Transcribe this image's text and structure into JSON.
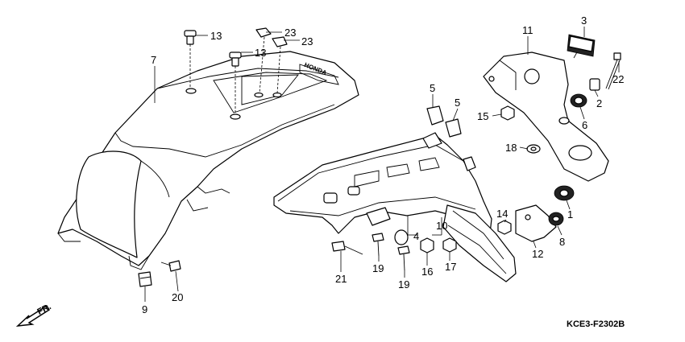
{
  "diagram": {
    "drawing_code": "KCE3-F2302B",
    "direction_label": "FR.",
    "callouts": [
      {
        "id": "c1",
        "label": "1"
      },
      {
        "id": "c2",
        "label": "2"
      },
      {
        "id": "c3",
        "label": "3"
      },
      {
        "id": "c4",
        "label": "4"
      },
      {
        "id": "c5a",
        "label": "5"
      },
      {
        "id": "c5b",
        "label": "5"
      },
      {
        "id": "c6",
        "label": "6"
      },
      {
        "id": "c7",
        "label": "7"
      },
      {
        "id": "c8",
        "label": "8"
      },
      {
        "id": "c9",
        "label": "9"
      },
      {
        "id": "c10",
        "label": "10"
      },
      {
        "id": "c11",
        "label": "11"
      },
      {
        "id": "c12",
        "label": "12"
      },
      {
        "id": "c13a",
        "label": "13"
      },
      {
        "id": "c13b",
        "label": "13"
      },
      {
        "id": "c14",
        "label": "14"
      },
      {
        "id": "c15",
        "label": "15"
      },
      {
        "id": "c16",
        "label": "16"
      },
      {
        "id": "c17",
        "label": "17"
      },
      {
        "id": "c18",
        "label": "18"
      },
      {
        "id": "c19a",
        "label": "19"
      },
      {
        "id": "c19b",
        "label": "19"
      },
      {
        "id": "c20",
        "label": "20"
      },
      {
        "id": "c21",
        "label": "21"
      },
      {
        "id": "c22",
        "label": "22"
      },
      {
        "id": "c23a",
        "label": "23"
      },
      {
        "id": "c23b",
        "label": "23"
      }
    ]
  }
}
